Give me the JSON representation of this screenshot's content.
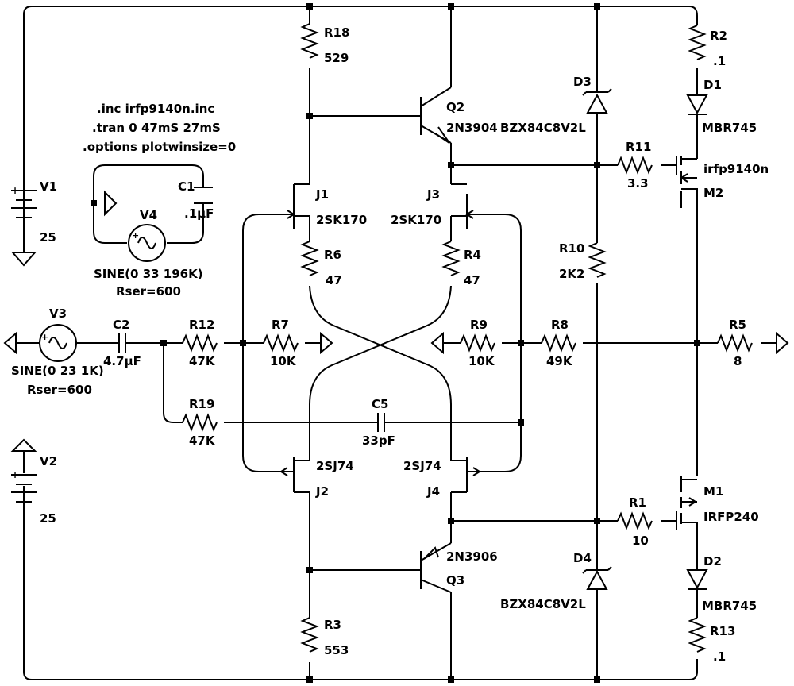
{
  "directives": [
    ".inc irfp9140n.inc",
    ".tran 0 47mS 27mS",
    ".options plotwinsize=0"
  ],
  "components": {
    "R18": {
      "ref": "R18",
      "value": "529"
    },
    "R2": {
      "ref": "R2",
      "value": ".1"
    },
    "D1": {
      "ref": "D1",
      "value": "MBR745"
    },
    "D3": {
      "ref": "D3",
      "value": "BZX84C8V2L"
    },
    "Q2": {
      "ref": "Q2",
      "value": "2N3904"
    },
    "R11": {
      "ref": "R11",
      "value": "3.3"
    },
    "M2": {
      "ref": "M2",
      "value": "irfp9140n"
    },
    "V1": {
      "ref": "V1",
      "value": "25"
    },
    "C1": {
      "ref": "C1",
      "value": ".1µF"
    },
    "V4": {
      "ref": "V4",
      "value": "SINE(0 33 196K)",
      "extra": "Rser=600"
    },
    "J1": {
      "ref": "J1",
      "value": "2SK170"
    },
    "J3": {
      "ref": "J3",
      "value": "2SK170"
    },
    "R6": {
      "ref": "R6",
      "value": "47"
    },
    "R4": {
      "ref": "R4",
      "value": "47"
    },
    "R10": {
      "ref": "R10",
      "value": "2K2"
    },
    "V3": {
      "ref": "V3",
      "value": "SINE(0 23 1K)",
      "extra": "Rser=600"
    },
    "C2": {
      "ref": "C2",
      "value": "4.7µF"
    },
    "R12": {
      "ref": "R12",
      "value": "47K"
    },
    "R7": {
      "ref": "R7",
      "value": "10K"
    },
    "R9": {
      "ref": "R9",
      "value": "10K"
    },
    "R8": {
      "ref": "R8",
      "value": "49K"
    },
    "R5": {
      "ref": "R5",
      "value": "8"
    },
    "R19": {
      "ref": "R19",
      "value": "47K"
    },
    "C5": {
      "ref": "C5",
      "value": "33pF"
    },
    "V2": {
      "ref": "V2",
      "value": "25"
    },
    "J2": {
      "ref": "J2",
      "value": "2SJ74"
    },
    "J4": {
      "ref": "J4",
      "value": "2SJ74"
    },
    "M1": {
      "ref": "M1",
      "value": "IRFP240"
    },
    "R1": {
      "ref": "R1",
      "value": "10"
    },
    "D4": {
      "ref": "D4",
      "value": "BZX84C8V2L"
    },
    "Q3": {
      "ref": "Q3",
      "value": "2N3906"
    },
    "D2": {
      "ref": "D2",
      "value": "MBR745"
    },
    "R3": {
      "ref": "R3",
      "value": "553"
    },
    "R13": {
      "ref": "R13",
      "value": ".1"
    }
  },
  "source_polarity": "+"
}
